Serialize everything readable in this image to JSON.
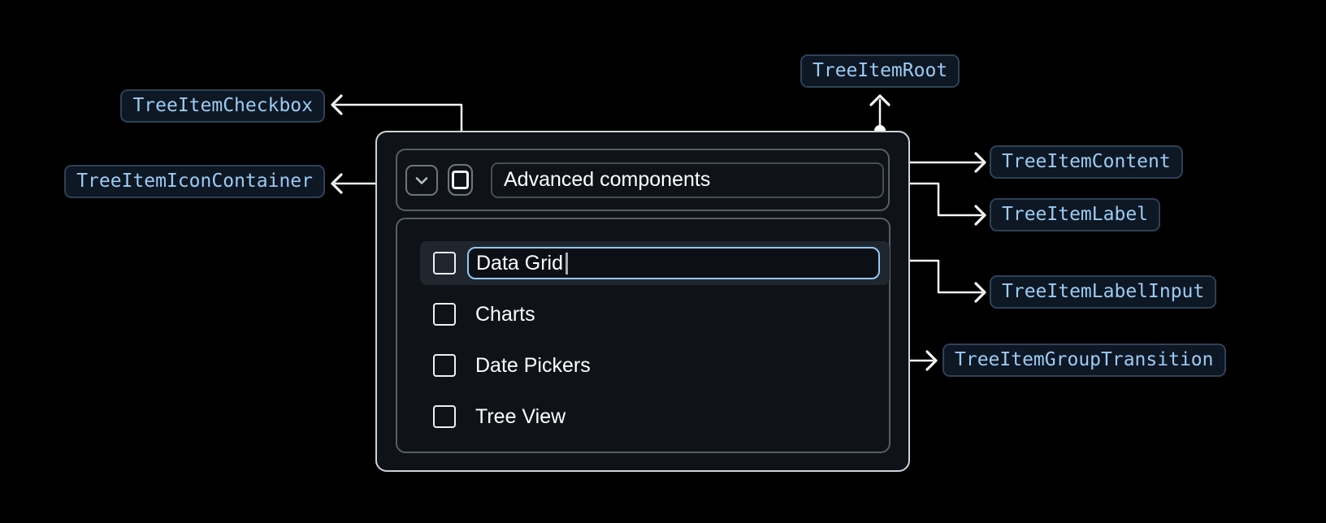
{
  "diagram": {
    "annotations": [
      {
        "id": "tree-item-checkbox",
        "label": "TreeItemCheckbox"
      },
      {
        "id": "tree-item-icon-container",
        "label": "TreeItemIconContainer"
      },
      {
        "id": "tree-item-root",
        "label": "TreeItemRoot"
      },
      {
        "id": "tree-item-content",
        "label": "TreeItemContent"
      },
      {
        "id": "tree-item-label",
        "label": "TreeItemLabel"
      },
      {
        "id": "tree-item-label-input",
        "label": "TreeItemLabelInput"
      },
      {
        "id": "tree-item-group-transition",
        "label": "TreeItemGroupTransition"
      }
    ],
    "icons": [
      "chevron-down-icon",
      "checkbox-unchecked-icon"
    ]
  },
  "tree": {
    "parent_label": "Advanced components",
    "parent_expanded": true,
    "parent_checked": false,
    "editing_item": {
      "value": "Data Grid",
      "checked": false
    },
    "items": [
      {
        "label": "Charts",
        "checked": false
      },
      {
        "label": "Date Pickers",
        "checked": false
      },
      {
        "label": "Tree View",
        "checked": false
      }
    ]
  },
  "colors": {
    "page_background": "#000000",
    "component_background": "#0f1318",
    "root_border": "#ccd3da",
    "outline_border": "#575f69",
    "chip_background": "#0e1724",
    "chip_border": "#2e4257",
    "chip_text": "#9bccf3",
    "input_focus_border": "#92c8f4",
    "row_highlight": "#20262e",
    "connector": "#ffffff",
    "text": "#ffffff"
  }
}
